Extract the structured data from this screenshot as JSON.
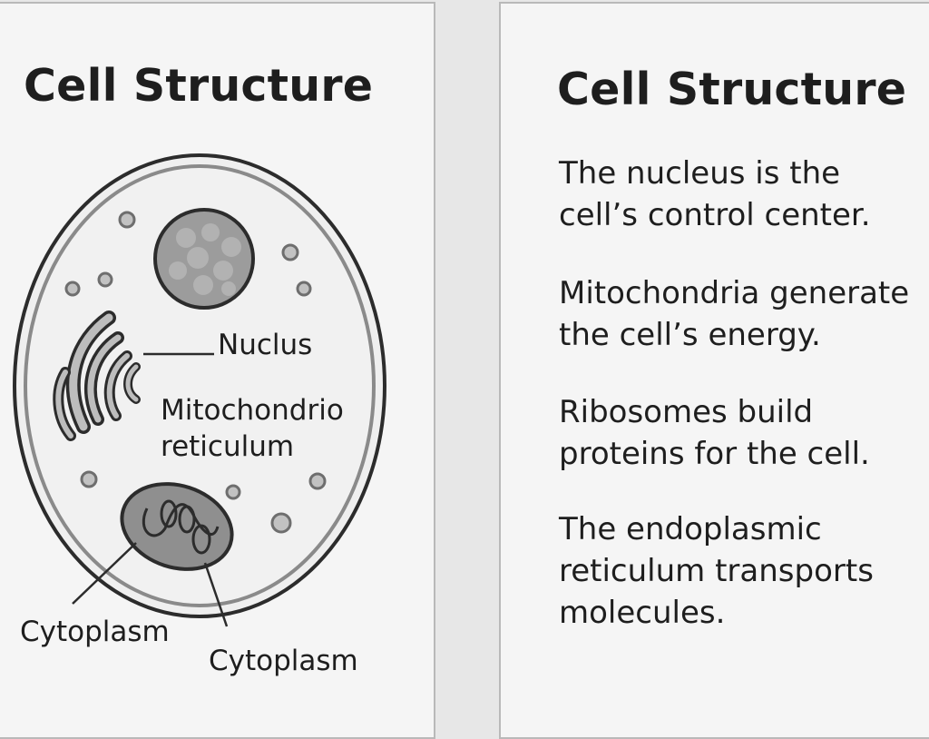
{
  "left_card": {
    "title": "Cell Structure",
    "labels": {
      "nucleus": "Nuclus",
      "mitochondria_line1": "Mitochondrio",
      "mitochondria_line2": "reticulum",
      "cytoplasm_left": "Cytoplasm",
      "cytoplasm_bottom": "Cytoplasm"
    }
  },
  "right_card": {
    "title": "Cell Structure",
    "facts": [
      {
        "line1": "The nucleus is the",
        "line2": "cell’s control center.",
        "line3": ""
      },
      {
        "line1": "Mitochondria generate",
        "line2": "the cell’s energy.",
        "line3": ""
      },
      {
        "line1": "Ribosomes build",
        "line2": "proteins for the cell.",
        "line3": ""
      },
      {
        "line1": "The endoplasmic",
        "line2": "reticulum transports",
        "line3": "molecules."
      }
    ]
  }
}
